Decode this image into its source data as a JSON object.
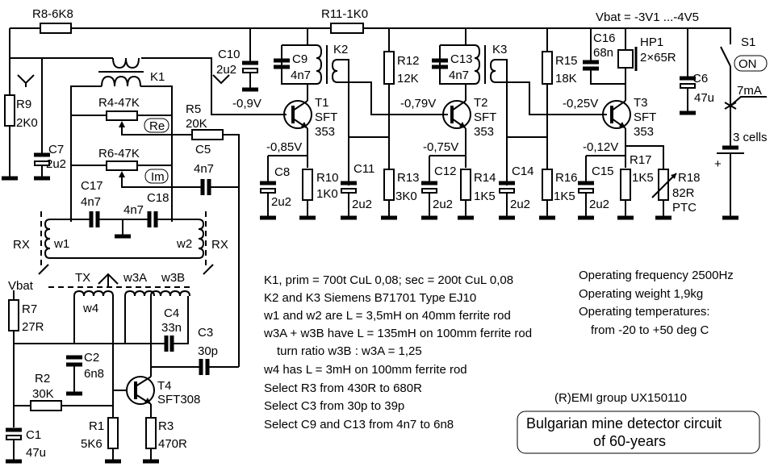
{
  "labels": {
    "r8": "R8-6K8",
    "r11": "R11-1K0",
    "vbat_main": "Vbat = -3V1 ...-4V5",
    "r9": "R9",
    "r9v": "2K0",
    "c7": "C7",
    "c7v": "2u2",
    "k1": "K1",
    "r4": "R4-47K",
    "re": "Re",
    "r5": "R5",
    "r5v": "20K",
    "r6": "R6-47K",
    "im": "Im",
    "c5": "C5",
    "c5v": "4n7",
    "c17": "C17",
    "c17v": "4n7",
    "c18": "C18",
    "c18v": "4n7",
    "w1": "w1",
    "w2": "w2",
    "rx1": "RX",
    "rx2": "RX",
    "c10": "C10",
    "c10v": "2u2",
    "v_t1b": "-0,9V",
    "c9": "C9",
    "c9v": "4n7",
    "k2": "K2",
    "t1": "T1",
    "t1a": "SFT",
    "t1b": "353",
    "v_t1e": "-0,85V",
    "c8": "C8",
    "c8v": "2u2",
    "r10": "R10",
    "r10v": "1K0",
    "c11": "C11",
    "c11v": "2u2",
    "r12": "R12",
    "r12v": "12K",
    "r13": "R13",
    "r13v": "3K0",
    "c13": "C13",
    "c13v": "4n7",
    "k3": "K3",
    "v_t2b": "-0,79V",
    "t2": "T2",
    "t2a": "SFT",
    "t2b": "353",
    "v_t2e": "-0,75V",
    "c12": "C12",
    "c12v": "2u2",
    "r14": "R14",
    "r14v": "1K5",
    "c14": "C14",
    "c14v": "2u2",
    "r15": "R15",
    "r15v": "18K",
    "c16": "C16",
    "c16v": "68n",
    "hp1": "HP1",
    "hp1v": "2×65R",
    "v_t3b": "-0,25V",
    "t3": "T3",
    "t3a": "SFT",
    "t3b": "353",
    "v_t3e": "-0,12V",
    "r16": "R16",
    "r16v": "1K5",
    "c15": "C15",
    "c15v": "2u2",
    "r17": "R17",
    "r17v": "1K5",
    "r18": "R18",
    "r18v": "82R",
    "r18t": "PTC",
    "c6": "C6",
    "c6v": "47u",
    "s1": "S1",
    "on": "ON",
    "current": "7mA",
    "cells": "3 cells",
    "plus": "+",
    "vbat2": "Vbat",
    "tx": "TX",
    "w3a": "w3A",
    "w3b": "w3B",
    "w4": "w4",
    "r7": "R7",
    "r7v": "27R",
    "c4": "C4",
    "c4v": "33n",
    "c3": "C3",
    "c3v": "30p",
    "c2": "C2",
    "c2v": "6n8",
    "r2": "R2",
    "r2v": "30K",
    "t4": "T4",
    "t4v": "SFT308",
    "r1": "R1",
    "r1v": "5K6",
    "r3": "R3",
    "r3v": "470R",
    "c1": "C1",
    "c1v": "47u"
  },
  "notes": [
    "K1, prim = 700t CuL 0,08; sec = 200t CuL 0,08",
    "K2 and K3 Siemens B71701 Type EJ10",
    "w1 and w2  are L = 3,5mH on 40mm ferrite rod",
    "w3A + w3B have L = 135mH on 100mm ferrite rod",
    "turn   ratio  w3B : w3A = 1,25",
    "w4 has L = 3mH   on  100mm  ferrite rod",
    "Select R3 from 430R to 680R",
    "Select C3 from 30p to 39p",
    "Select C9 and C13 from 4n7 to 6n8"
  ],
  "specs": [
    "Operating frequency 2500Hz",
    "Operating weight  1,9kg",
    "Operating  temperatures:",
    "from -20 to  +50 deg C"
  ],
  "credit": "(R)EMI group   UX150110",
  "title": [
    "Bulgarian mine detector circuit",
    "of 60-years"
  ]
}
